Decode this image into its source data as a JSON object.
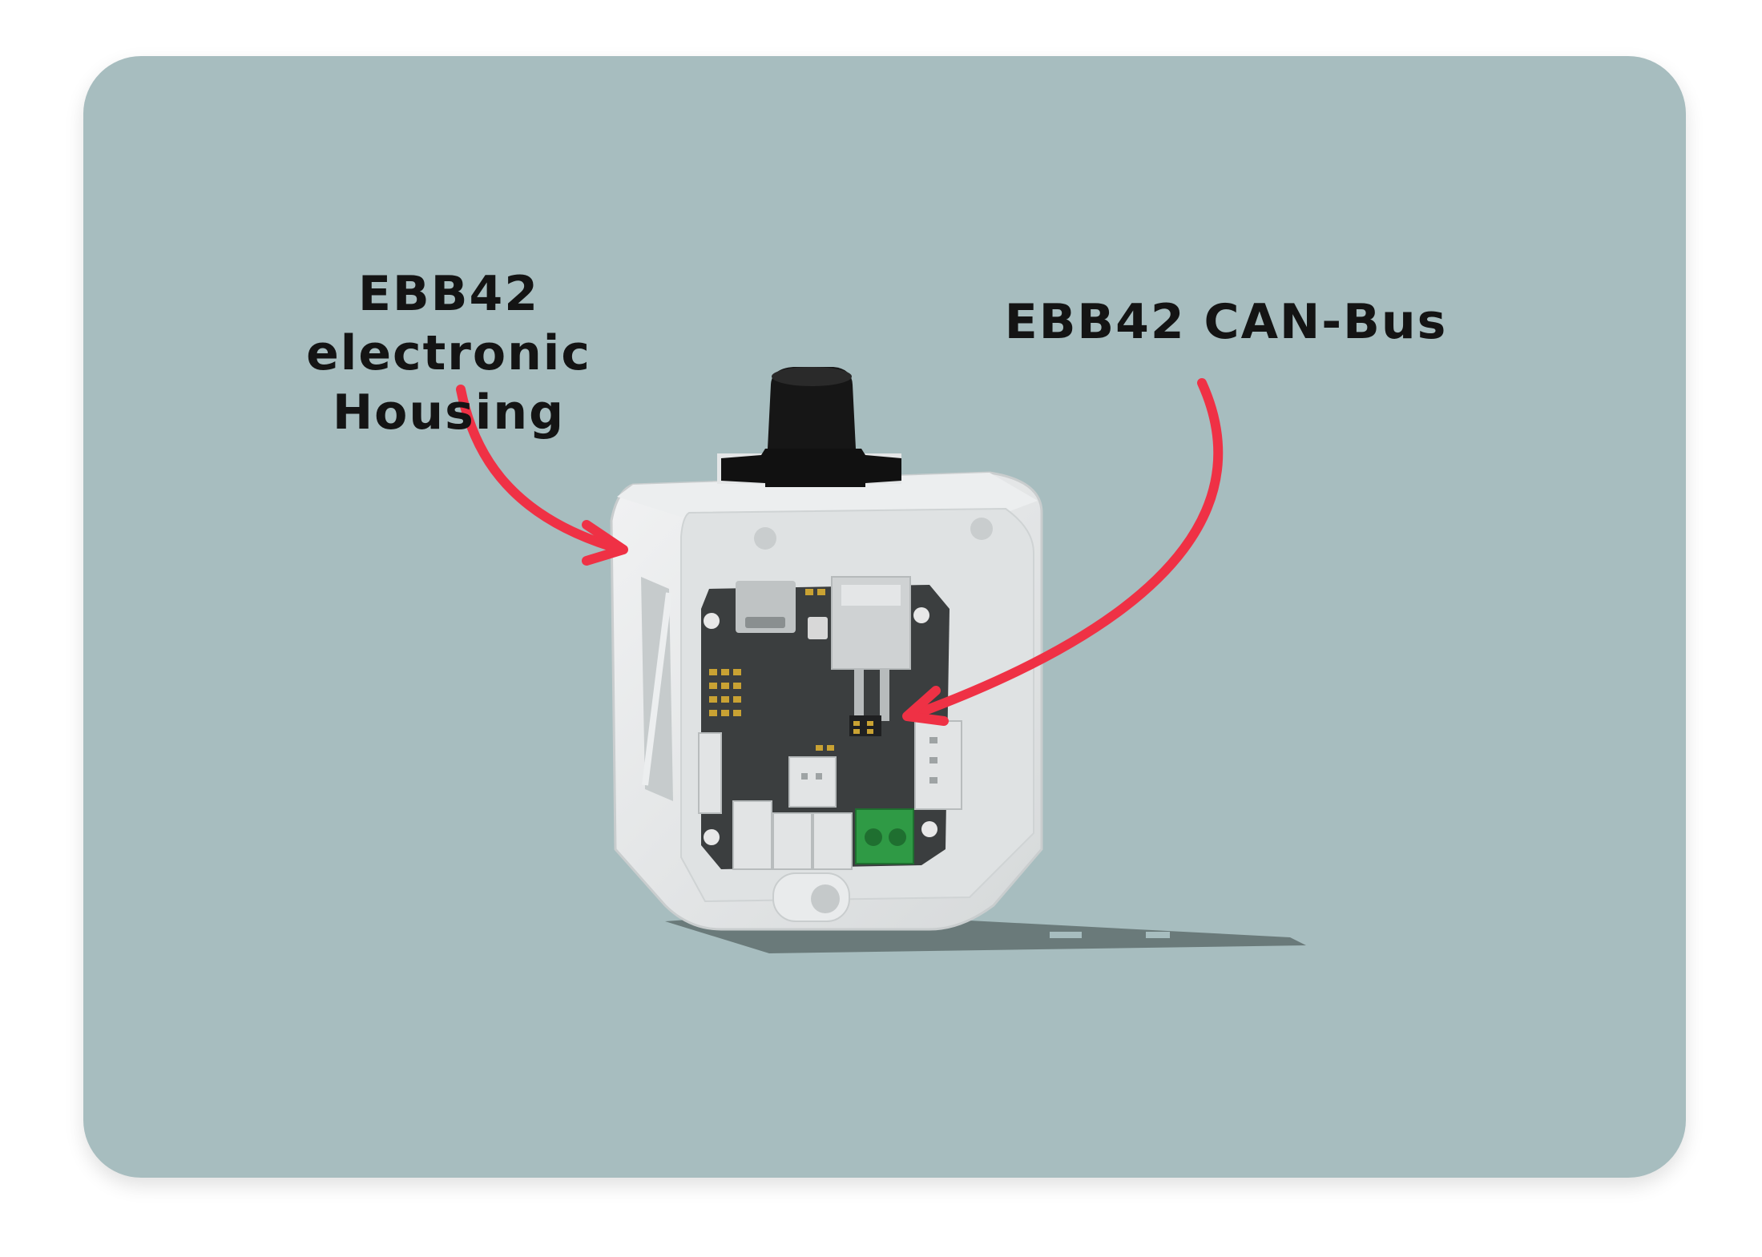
{
  "annotations": {
    "housing_label_line1": "EBB42 electronic",
    "housing_label_line2": "Housing",
    "canbus_label": "EBB42 CAN-Bus"
  },
  "colors": {
    "background_card": "#a7bdbf",
    "arrow": "#ef3145",
    "housing": "#e7e9ea",
    "pcb": "#3b3e3f",
    "terminal_block": "#2f9a45"
  },
  "icons": {
    "housing_arrow": "curved-arrow-icon",
    "canbus_arrow": "curved-arrow-icon"
  }
}
